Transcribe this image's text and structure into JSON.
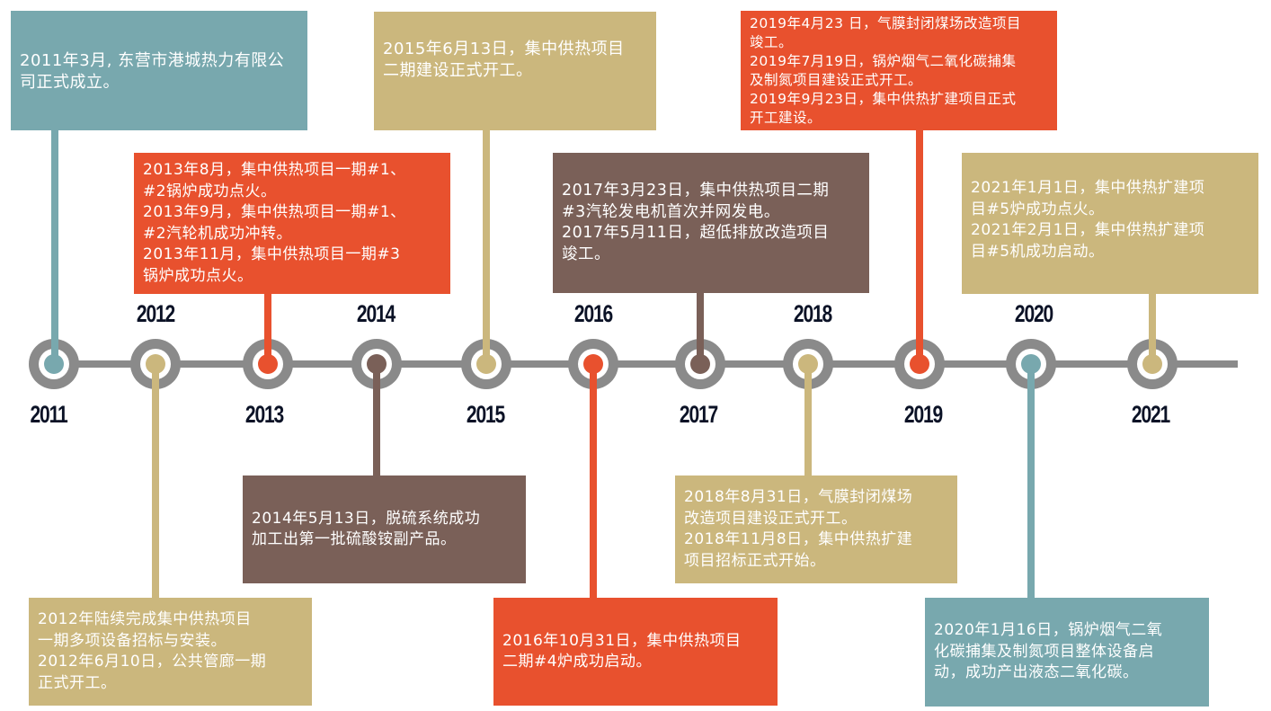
{
  "colors": {
    "teal": "#78a8ae",
    "orange": "#e8512e",
    "tan": "#cbb77d",
    "brown": "#7a6058",
    "axis_gray": "#8a8a8a",
    "year_text": "#0b1226"
  },
  "timeline": {
    "years": [
      "2011",
      "2012",
      "2013",
      "2014",
      "2015",
      "2016",
      "2017",
      "2018",
      "2019",
      "2020",
      "2021"
    ],
    "events": [
      {
        "year": "2011",
        "position": "top",
        "color": "teal",
        "lines": [
          "2011年3月, 东营市港城热力有限公",
          "司正式成立。"
        ]
      },
      {
        "year": "2012",
        "position": "bottom",
        "color": "tan",
        "lines": [
          "2012年陆续完成集中供热项目",
          "一期多项设备招标与安装。",
          "2012年6月10日，公共管廊一期",
          "正式开工。"
        ]
      },
      {
        "year": "2013",
        "position": "top",
        "color": "orange",
        "lines": [
          "2013年8月，集中供热项目一期#1、",
          "#2锅炉成功点火。",
          "2013年9月，集中供热项目一期#1、",
          "#2汽轮机成功冲转。",
          "2013年11月，集中供热项目一期#3",
          "锅炉成功点火。"
        ]
      },
      {
        "year": "2014",
        "position": "bottom",
        "color": "brown",
        "lines": [
          "2014年5月13日，脱硫系统成功",
          "加工出第一批硫酸铵副产品。"
        ]
      },
      {
        "year": "2015",
        "position": "top",
        "color": "tan",
        "lines": [
          "2015年6月13日，集中供热项目",
          "二期建设正式开工。"
        ]
      },
      {
        "year": "2016",
        "position": "bottom",
        "color": "orange",
        "lines": [
          "2016年10月31日，集中供热项目",
          "二期#4炉成功启动。"
        ]
      },
      {
        "year": "2017",
        "position": "top",
        "color": "brown",
        "lines": [
          "2017年3月23日，集中供热项目二期",
          "#3汽轮发电机首次并网发电。",
          "2017年5月11日，超低排放改造项目",
          "竣工。"
        ]
      },
      {
        "year": "2018",
        "position": "bottom",
        "color": "tan",
        "lines": [
          "2018年8月31日，气膜封闭煤场",
          "改造项目建设正式开工。",
          "2018年11月8日，集中供热扩建",
          "项目招标正式开始。"
        ]
      },
      {
        "year": "2019",
        "position": "top",
        "color": "orange",
        "lines": [
          "2019年4月23 日，气膜封闭煤场改造项目",
          "竣工。",
          "2019年7月19日，锅炉烟气二氧化碳捕集",
          "及制氮项目建设正式开工。",
          "2019年9月23日，集中供热扩建项目正式",
          "开工建设。"
        ]
      },
      {
        "year": "2020",
        "position": "bottom",
        "color": "teal",
        "lines": [
          "2020年1月16日，锅炉烟气二氧",
          "化碳捕集及制氮项目整体设备启",
          "动，成功产出液态二氧化碳。"
        ]
      },
      {
        "year": "2021",
        "position": "top",
        "color": "tan",
        "lines": [
          "2021年1月1日，集中供热扩建项",
          "目#5炉成功点火。",
          "2021年2月1日，集中供热扩建项",
          "目#5机成功启动。"
        ]
      }
    ]
  }
}
